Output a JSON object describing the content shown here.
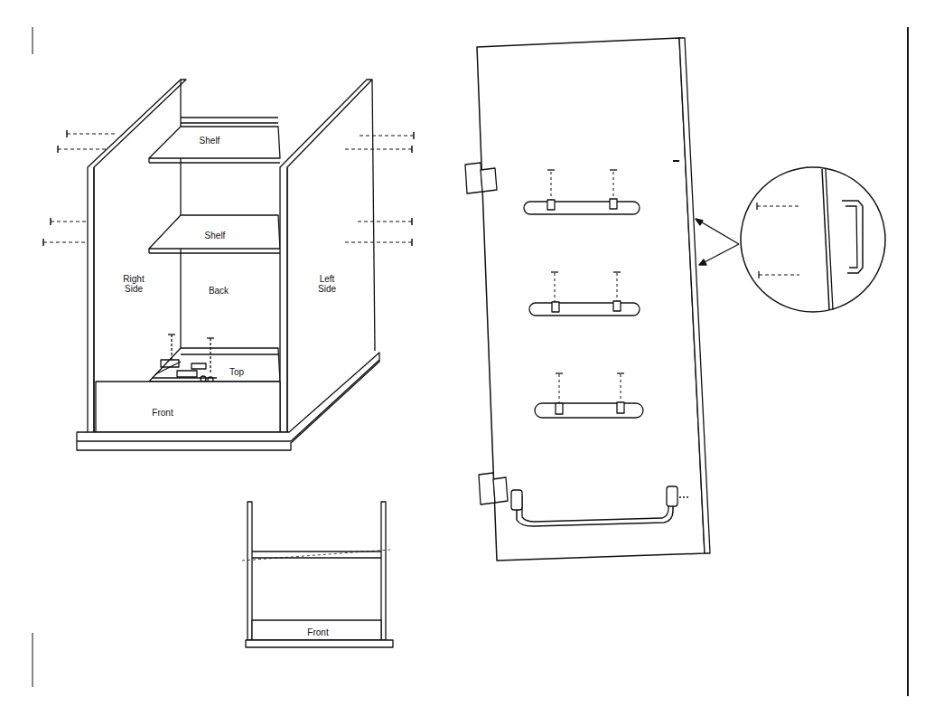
{
  "diagram": {
    "labels": [
      "Shelf",
      "Shelf",
      "Right Side",
      "Back",
      "Left Side",
      "Top",
      "Front",
      "Front"
    ]
  }
}
